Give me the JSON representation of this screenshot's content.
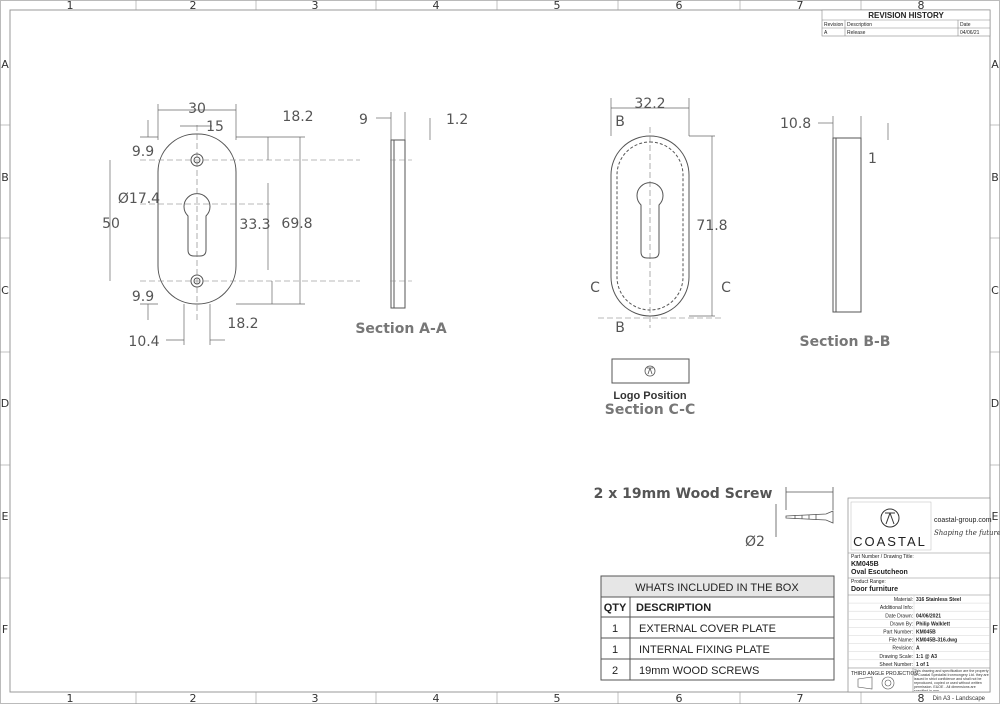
{
  "border": {
    "columns": [
      "1",
      "2",
      "3",
      "4",
      "5",
      "6",
      "7",
      "8"
    ],
    "rows": [
      "A",
      "B",
      "C",
      "D",
      "E",
      "F"
    ]
  },
  "revision_history": {
    "title": "REVISION HISTORY",
    "headers": [
      "Revision",
      "Description",
      "Date"
    ],
    "row": [
      "A",
      "Release",
      "04/06/21"
    ]
  },
  "front_view": {
    "dims": {
      "width_30": "30",
      "d15": "15",
      "d18_2_top": "18.2",
      "d9_9_top": "9.9",
      "dia": "Ø17.4",
      "d50": "50",
      "d33_3": "33.3",
      "d69_8": "69.8",
      "d9_9_bot": "9.9",
      "d18_2_bot": "18.2",
      "d10_4": "10.4"
    }
  },
  "section_aa": {
    "label": "Section A-A",
    "d9": "9",
    "d1_2": "1.2"
  },
  "oval_view": {
    "d32_2": "32.2",
    "d71_8": "71.8",
    "b_top": "B",
    "b_bot": "B",
    "c_left": "C",
    "c_right": "C"
  },
  "section_bb": {
    "label": "Section B-B",
    "d10_8": "10.8",
    "d1": "1"
  },
  "section_cc": {
    "caption": "Logo Position",
    "label": "Section C-C"
  },
  "screw": {
    "label": "2 x 19mm Wood Screw",
    "dia": "Ø2"
  },
  "box_table": {
    "title": "WHATS INCLUDED IN THE BOX",
    "headers": [
      "QTY",
      "DESCRIPTION"
    ],
    "rows": [
      {
        "qty": "1",
        "desc": "EXTERNAL COVER PLATE"
      },
      {
        "qty": "1",
        "desc": "INTERNAL FIXING PLATE"
      },
      {
        "qty": "2",
        "desc": "19mm WOOD SCREWS"
      }
    ]
  },
  "title_block": {
    "brand": "COASTAL",
    "website": "coastal-group.com",
    "tagline": "Shaping the future",
    "part_label": "Part Number / Drawing Title:",
    "part_number": "KM045B",
    "part_title": "Oval Escutcheon",
    "range_label": "Product Range:",
    "range": "Door furniture",
    "fields": [
      {
        "k": "Material:",
        "v": "316 Stainless Steel"
      },
      {
        "k": "Additional Info:",
        "v": ""
      },
      {
        "k": "Date Drawn:",
        "v": "04/06/2021"
      },
      {
        "k": "Drawn By:",
        "v": "Philip Walklett"
      },
      {
        "k": "Part Number:",
        "v": "KM045B"
      },
      {
        "k": "File Name:",
        "v": "KM045B-316.dwg"
      },
      {
        "k": "Revision:",
        "v": "A"
      },
      {
        "k": "Drawing Scale:",
        "v": "1:1 @ A3"
      },
      {
        "k": "Sheet Number:",
        "v": "1  of  1"
      }
    ],
    "projection": "THIRD ANGLE PROJECTION",
    "note": "This drawing and specification are the property of Coastal Specialist Ironmongery Ltd. they are issued in strict confidence and shall not be reproduced, copied or used without written permission. E&OE - All dimensions are specified in mm.",
    "sheet": "Din A3 - Landscape"
  },
  "colors": {
    "line": "#555555",
    "dim": "#666666",
    "frame": "#999999"
  }
}
